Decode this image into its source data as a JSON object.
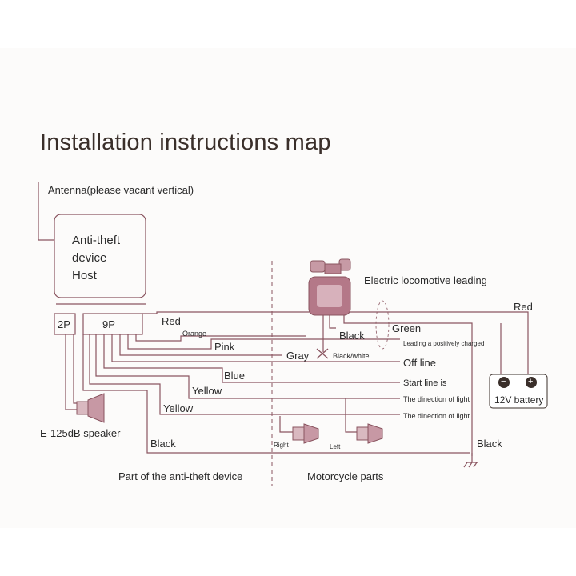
{
  "title": "Installation instructions map",
  "antenna_label": "Antenna(please vacant vertical)",
  "host": {
    "line1": "Anti-theft",
    "line2": "device",
    "line3": "Host"
  },
  "connectors": {
    "two_pin": "2P",
    "nine_pin": "9P"
  },
  "wires": {
    "red": "Red",
    "orange": "Orange",
    "pink": "Pink",
    "blue": "Blue",
    "yellow_1": "Yellow",
    "yellow_2": "Yellow",
    "black": "Black",
    "gray": "Gray",
    "black_white": "Black/white",
    "green": "Green",
    "black_right": "Black",
    "red_right": "Red",
    "black_bottom_right": "Black"
  },
  "targets": {
    "electric_lock": "Electric locomotive leading",
    "positive": "Leading a positively charged",
    "off_line": "Off line",
    "start_line": "Start line is",
    "direction_1": "The dinection of light",
    "direction_2": "The dinection of light"
  },
  "speaker": "E-125dB speaker",
  "battery": {
    "label": "12V battery",
    "neg": "−",
    "pos": "+"
  },
  "lights": {
    "right": "Right",
    "left": "Left"
  },
  "sections": {
    "left": "Part of the anti-theft device",
    "right": "Motorcycle parts"
  },
  "colors": {
    "wire": "#8a5560",
    "ink": "#2a2a2a",
    "lock": "#a86a78"
  }
}
